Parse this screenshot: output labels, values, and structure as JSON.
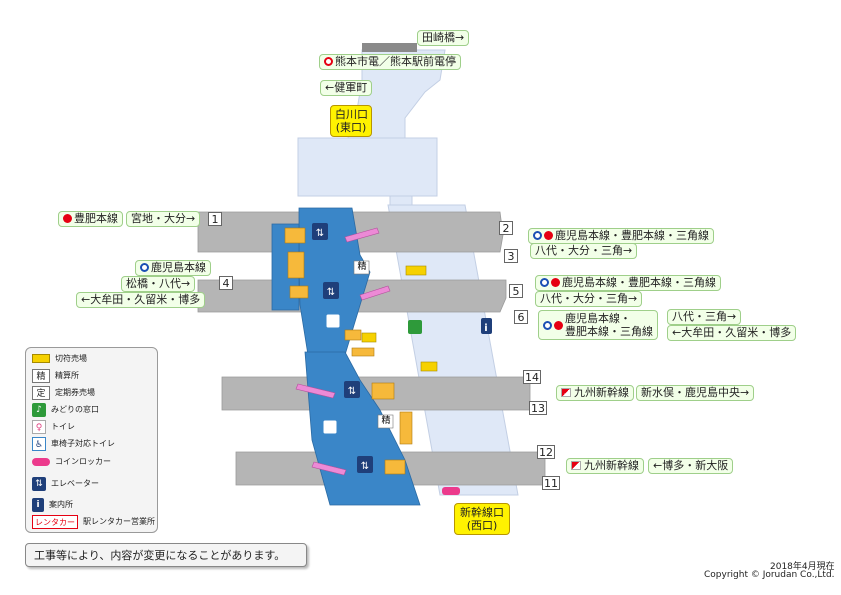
{
  "lines": {
    "tasakibashi": "田崎橋→",
    "tram_stop": "熊本市電／熊本駅前電停",
    "kengunmachi": "←健軍町",
    "hohi_line_west": "豊肥本線",
    "miyaji_oita": "宮地・大分→",
    "kagoshima_line_west": "鹿児島本線",
    "matsubase_yatsushiro": "松橋・八代→",
    "omuta_kurume_hakata_w": "←大牟田・久留米・博多",
    "p2_lines": "鹿児島本線・豊肥本線・三角線",
    "p3_dest": "八代・大分・三角→",
    "p5_lines": "鹿児島本線・豊肥本線・三角線",
    "p5_dest": "八代・大分・三角→",
    "p6_lines_1": "鹿児島本線・",
    "p6_lines_2": "豊肥本線・三角線",
    "p6_dest_1": "八代・三角→",
    "p6_dest_2": "←大牟田・久留米・博多",
    "kyushu_shinkansen_1": "九州新幹線",
    "shinminamata_kagoshima": "新水俣・鹿児島中央→",
    "kyushu_shinkansen_2": "九州新幹線",
    "hakata_shinosaka": "←博多・新大阪"
  },
  "platforms": [
    "1",
    "2",
    "3",
    "4",
    "5",
    "6",
    "14",
    "13",
    "12",
    "11"
  ],
  "exits": {
    "east_1": "白川口",
    "east_2": "(東口)",
    "west_1": "新幹線口",
    "west_2": "(西口)"
  },
  "map_marks": {
    "seisan": "精",
    "seisan_2": "精"
  },
  "legend": {
    "ticket_gate": "切符売場",
    "fare_adjust_icon": "精",
    "fare_adjust": "精算所",
    "commuter_icon": "定",
    "commuter": "定期券売場",
    "midori": "みどりの窓口",
    "toilet": "トイレ",
    "accessible_toilet": "車椅子対応トイレ",
    "locker": "コインロッカー",
    "elevator": "エレベーター",
    "info": "案内所",
    "rentacar_icon": "レンタカー",
    "rentacar": "駅レンタカー営業所"
  },
  "notice": "工事等により、内容が変更になることがあります。",
  "footer": {
    "date": "2018年4月現在",
    "copyright": "Copyright © Jorudan Co.,Ltd."
  },
  "colors": {
    "concourse": "#dfe8f7",
    "platform": "#3a86c8",
    "track": "#b3b3b3",
    "stairs": "#f6b93b",
    "label_bg": "#f2ffe8",
    "exit_bg": "#fff200"
  }
}
